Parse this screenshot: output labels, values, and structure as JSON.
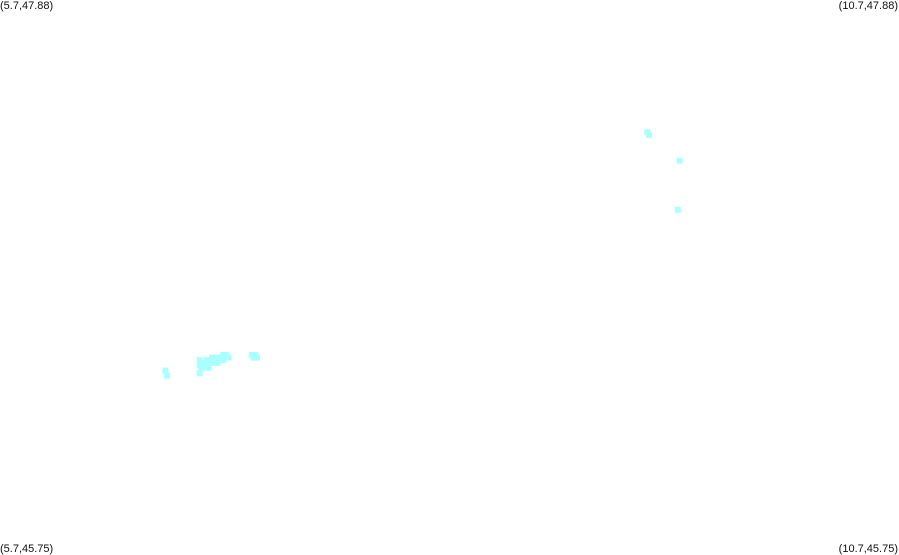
{
  "chart_data": {
    "type": "scatter",
    "title": "",
    "xlabel": "",
    "ylabel": "",
    "xlim": [
      5.7,
      10.7
    ],
    "ylim": [
      45.75,
      47.88
    ],
    "grid": false,
    "marker": "square",
    "color": "#aaffff",
    "corner_labels": {
      "top_left": "(5.7,47.88)",
      "top_right": "(10.7,47.88)",
      "bottom_left": "(5.7,45.75)",
      "bottom_right": "(10.7,45.75)"
    },
    "points": [
      [
        6.62,
        46.45
      ],
      [
        6.63,
        46.43
      ],
      [
        6.81,
        46.47
      ],
      [
        6.81,
        46.49
      ],
      [
        6.82,
        46.46
      ],
      [
        6.84,
        46.48
      ],
      [
        6.85,
        46.47
      ],
      [
        6.86,
        46.48
      ],
      [
        6.86,
        46.46
      ],
      [
        6.87,
        46.49
      ],
      [
        6.88,
        46.48
      ],
      [
        6.89,
        46.48
      ],
      [
        6.9,
        46.49
      ],
      [
        6.91,
        46.48
      ],
      [
        6.92,
        46.49
      ],
      [
        6.93,
        46.5
      ],
      [
        6.94,
        46.49
      ],
      [
        6.95,
        46.5
      ],
      [
        6.96,
        46.51
      ],
      [
        6.97,
        46.5
      ],
      [
        6.85,
        46.49
      ],
      [
        6.88,
        46.5
      ],
      [
        6.91,
        46.5
      ],
      [
        6.94,
        46.51
      ],
      [
        7.1,
        46.51
      ],
      [
        7.11,
        46.5
      ],
      [
        7.12,
        46.51
      ],
      [
        7.13,
        46.5
      ],
      [
        6.81,
        46.44
      ],
      [
        9.3,
        47.37
      ],
      [
        9.31,
        47.36
      ],
      [
        9.48,
        47.26
      ],
      [
        9.47,
        47.07
      ]
    ]
  }
}
